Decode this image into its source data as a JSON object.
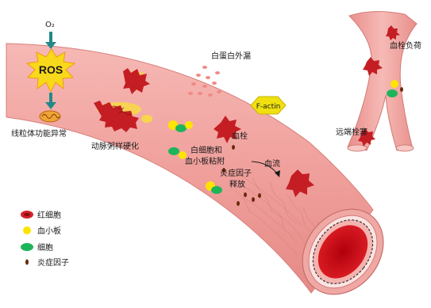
{
  "labels": {
    "o2": "O₂",
    "ros": "ROS",
    "mito": "线粒体功能异常",
    "atherosclerosis": "动脉粥样硬化",
    "albumin": "白蛋白外漏",
    "factin": "F-actin",
    "thrombus": "血栓",
    "wbc_line1": "白细胞和",
    "wbc_line2": "血小板粘附",
    "inflam_line1": "炎症因子",
    "inflam_line2": "释放",
    "blood_flow": "血流",
    "thrombus_burden": "血栓负荷",
    "distal_embolism": "远端栓塞"
  },
  "legend": [
    {
      "name": "legend-rbc",
      "label": "红细胞",
      "icon": "red-blood-cell-icon"
    },
    {
      "name": "legend-platelet",
      "label": "血小板",
      "icon": "platelet-icon"
    },
    {
      "name": "legend-cell",
      "label": "细胞",
      "icon": "cell-icon"
    },
    {
      "name": "legend-inflammatory",
      "label": "炎症因子",
      "icon": "inflammatory-factor-icon"
    }
  ],
  "colors": {
    "vessel": "#f2a3a0",
    "vessel_dark": "#e07f7c",
    "lumen": "#c8101a",
    "rbc": "#d2232a",
    "platelet": "#ffe400",
    "cell": "#1eb55a",
    "inflammatory": "#6a2a0c",
    "arrow": "#23888a",
    "ros": "#f8d81a",
    "factin": "#f0e010"
  }
}
